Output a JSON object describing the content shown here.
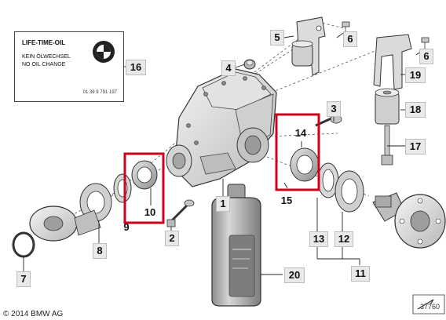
{
  "label_card": {
    "title": "LIFE-TIME-OIL",
    "line1": "KEIN ÖLWECHSEL",
    "line2": "NO OIL CHANGE",
    "code": "01 39 9 791 197"
  },
  "callouts": {
    "c1": "1",
    "c2": "2",
    "c3": "3",
    "c4": "4",
    "c5": "5",
    "c6a": "6",
    "c6b": "6",
    "c7": "7",
    "c8": "8",
    "c9": "9",
    "c10": "10",
    "c11": "11",
    "c12": "12",
    "c13": "13",
    "c14": "14",
    "c15": "15",
    "c16": "16",
    "c17": "17",
    "c18": "18",
    "c19": "19",
    "c20": "20"
  },
  "copyright": "© 2014 BMW AG",
  "diagram_code": "37760",
  "colors": {
    "highlight": "#d0021b",
    "callout_bg": "#e9e9e9",
    "line": "#222222"
  }
}
